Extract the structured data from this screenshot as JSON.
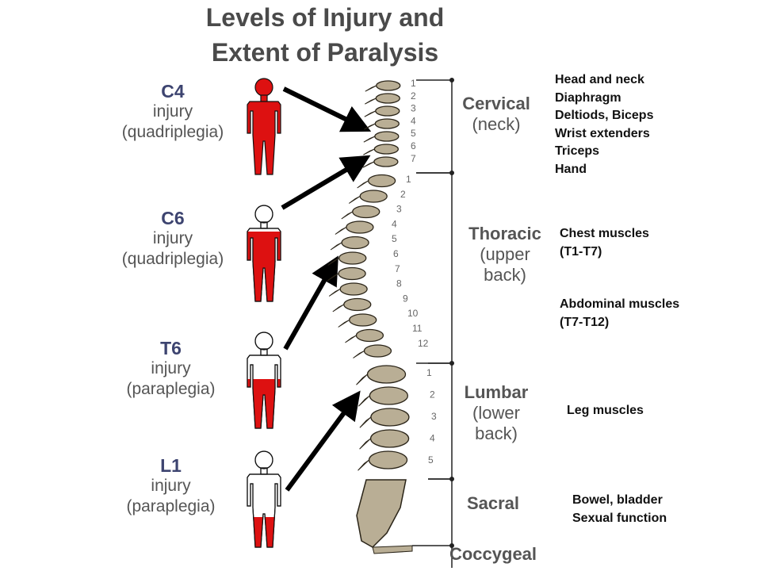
{
  "title": {
    "line1": "Levels of Injury and",
    "line2": "Extent of Paralysis"
  },
  "injuries": [
    {
      "code": "C4",
      "line1": "injury",
      "line2": "(quadriplegia)",
      "paralysis": "full-body"
    },
    {
      "code": "C6",
      "line1": "injury",
      "line2": "(quadriplegia)",
      "paralysis": "below-shoulders"
    },
    {
      "code": "T6",
      "line1": "injury",
      "line2": "(paraplegia)",
      "paralysis": "below-chest"
    },
    {
      "code": "L1",
      "line1": "injury",
      "line2": "(paraplegia)",
      "paralysis": "legs"
    }
  ],
  "regions": {
    "cervical": {
      "name": "Cervical",
      "sub": "(neck)"
    },
    "thoracic": {
      "name": "Thoracic",
      "sub1": "(upper",
      "sub2": "back)"
    },
    "lumbar": {
      "name": "Lumbar",
      "sub1": "(lower",
      "sub2": "back)"
    },
    "sacral": {
      "name": "Sacral"
    },
    "coccygeal": {
      "name": "Coccygeal"
    }
  },
  "vertebra_numbers": {
    "cervical": [
      "1",
      "2",
      "3",
      "4",
      "5",
      "6",
      "7"
    ],
    "thoracic": [
      "1",
      "2",
      "3",
      "4",
      "5",
      "6",
      "7",
      "8",
      "9",
      "10",
      "11",
      "12"
    ],
    "lumbar": [
      "1",
      "2",
      "3",
      "4",
      "5"
    ]
  },
  "muscles": {
    "cervical": [
      "Head and neck",
      "Diaphragm",
      "Deltiods, Biceps",
      "Wrist extenders",
      "Triceps",
      "Hand"
    ],
    "thoracic_upper": [
      "Chest muscles",
      "(T1-T7)"
    ],
    "thoracic_lower": [
      "Abdominal muscles",
      "(T7-T12)"
    ],
    "lumbar": [
      "Leg muscles"
    ],
    "sacral": [
      "Bowel, bladder",
      "Sexual function"
    ]
  },
  "colors": {
    "paralysis": "#dd1111",
    "title": "#4a4a4a",
    "injury_code": "#3d4470",
    "bone": "#b9ae95"
  }
}
